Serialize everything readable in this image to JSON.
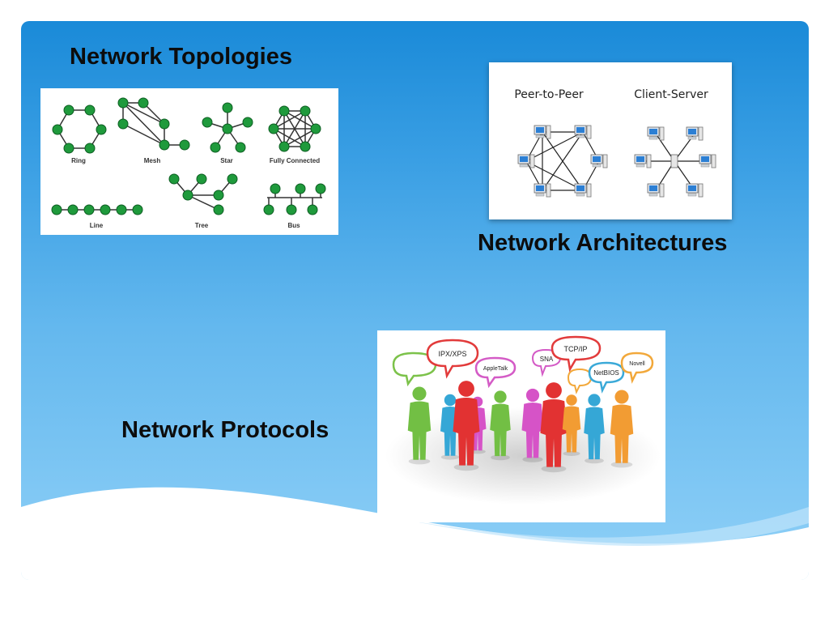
{
  "headings": {
    "topologies": "Network Topologies",
    "architectures": "Network Architectures",
    "protocols": "Network Protocols"
  },
  "topologies": {
    "ring": "Ring",
    "mesh": "Mesh",
    "star": "Star",
    "fully_connected": "Fully Connected",
    "line": "Line",
    "tree": "Tree",
    "bus": "Bus"
  },
  "architectures": {
    "peer_to_peer": "Peer-to-Peer",
    "client_server": "Client-Server"
  },
  "protocols": {
    "ipx_xps": "IPX/XPS",
    "appletalk": "AppleTalk",
    "sna": "SNA",
    "tcp_ip": "TCP/IP",
    "netbios": "NetBIOS",
    "novell": "Novell"
  },
  "colors": {
    "node_green": "#1f9a3c",
    "slide_blue_top": "#1a8ad8",
    "slide_blue_bottom": "#8fd0f7"
  }
}
